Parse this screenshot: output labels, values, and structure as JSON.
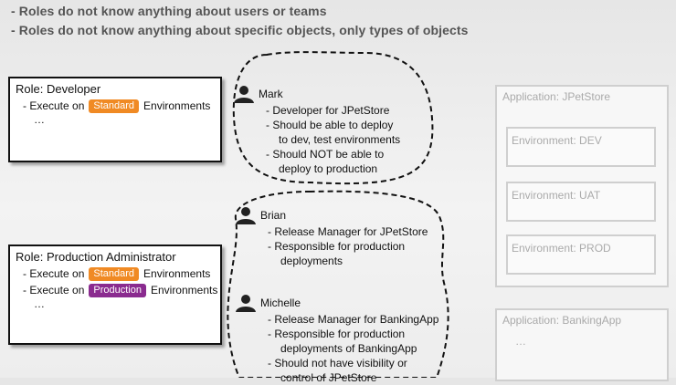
{
  "header": {
    "line1": "- Roles do not know anything about users or teams",
    "line2": "- Roles do not know anything about specific objects, only types of objects"
  },
  "colors": {
    "standard": "#f08a24",
    "production": "#8a2b8f"
  },
  "roles": {
    "developer": {
      "title": "Role:  Developer",
      "line1_prefix": "- Execute on",
      "line1_badge": "Standard",
      "line1_suffix": "Environments",
      "more": "…"
    },
    "production_admin": {
      "title": "Role:  Production Administrator",
      "line1_prefix": "- Execute on",
      "line1_badge": "Standard",
      "line1_suffix": "Environments",
      "line2_prefix": "- Execute on",
      "line2_badge": "Production",
      "line2_suffix": "Environments",
      "more": "…"
    }
  },
  "users": {
    "mark": {
      "name": "Mark",
      "lines": [
        "- Developer for JPetStore",
        "- Should be able to deploy",
        "to dev, test environments",
        "- Should NOT be able to",
        "deploy to production"
      ]
    },
    "brian": {
      "name": "Brian",
      "lines": [
        "- Release Manager for JPetStore",
        "- Responsible for production",
        "deployments"
      ]
    },
    "michelle": {
      "name": "Michelle",
      "lines": [
        "- Release Manager for BankingApp",
        "- Responsible for production",
        "deployments of BankingApp",
        "- Should not have visibility or",
        "control of JPetStore"
      ]
    }
  },
  "applications": {
    "jpetstore": {
      "title": "Application: JPetStore",
      "environments": [
        "Environment: DEV",
        "Environment: UAT",
        "Environment: PROD"
      ]
    },
    "bankingapp": {
      "title": "Application: BankingApp",
      "more": "…"
    }
  }
}
